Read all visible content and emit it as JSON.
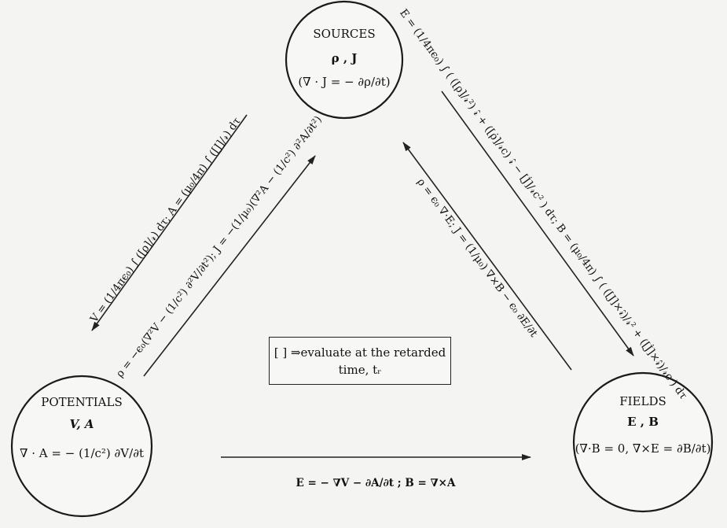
{
  "nodes": {
    "sources": {
      "title": "SOURCES",
      "quantities": "ρ , J",
      "relation": "(∇ · J = − ∂ρ/∂t)"
    },
    "potentials": {
      "title": "POTENTIALS",
      "quantities": "V, A",
      "relation": "∇ · A = − (1/c²) ∂V/∂t"
    },
    "fields": {
      "title": "FIELDS",
      "quantities": "E , B",
      "relation": "(∇·B = 0, ∇×E = ∂B/∂t)"
    }
  },
  "edges": {
    "sources_to_potentials": "V = (1/4πϵ₀) ∫ ([ρ]/𝓇) dτ;  A = (μ₀/4π) ∫ ([J]/𝓇) dτ",
    "potentials_to_sources": "ρ = −ϵ₀(∇²V − (1/c²) ∂²V/∂t²);  J = −(1/μ₀)(∇²A − (1/c²) ∂²A/∂t²)",
    "sources_to_fields": "E = (1/4πϵ₀) ∫ ( ([ρ]/𝓇²) 𝓇̂ + ([ρ̇]/𝓇c) 𝓇̂ − [J̇]/𝓇c² ) dτ;  B = (μ₀/4π) ∫ ( ([J]×𝓇̂)/𝓇² + ([J̇]×𝓇̂)/𝓇c ) dτ",
    "fields_to_sources": "ρ = ϵ₀ ∇·E;  J = (1/μ₀) ∇×B − ϵ₀ ∂E/∂t",
    "potentials_to_fields": "E = − ∇V − ∂A/∂t ; B = ∇×A"
  },
  "note": {
    "line1": "[ ] ⇒evaluate at the retarded",
    "line2": "time, tᵣ"
  }
}
